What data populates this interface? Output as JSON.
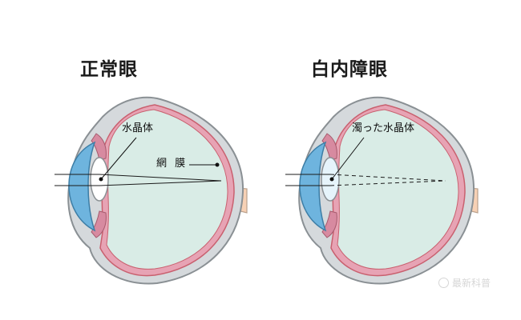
{
  "titles": {
    "normal": "正常眼",
    "cataract": "白内障眼"
  },
  "labels": {
    "lens_normal": "水晶体",
    "retina": "網 膜",
    "lens_cataract": "濁った水晶体"
  },
  "watermark": "最新科普",
  "colors": {
    "sclera_outer": "#8a9094",
    "sclera_fill": "#d5d9dc",
    "choroid": "#e7a3b4",
    "retina_line": "#c9606f",
    "vitreous": "#d9ece6",
    "cornea": "#6eb4de",
    "lens_clear": "#ffffff",
    "lens_cloudy": "#e6f4fb",
    "optic_nerve": "#f7d1b5",
    "iris": "#d78aa0"
  },
  "icons": {
    "watermark": "circle-logo-icon"
  }
}
